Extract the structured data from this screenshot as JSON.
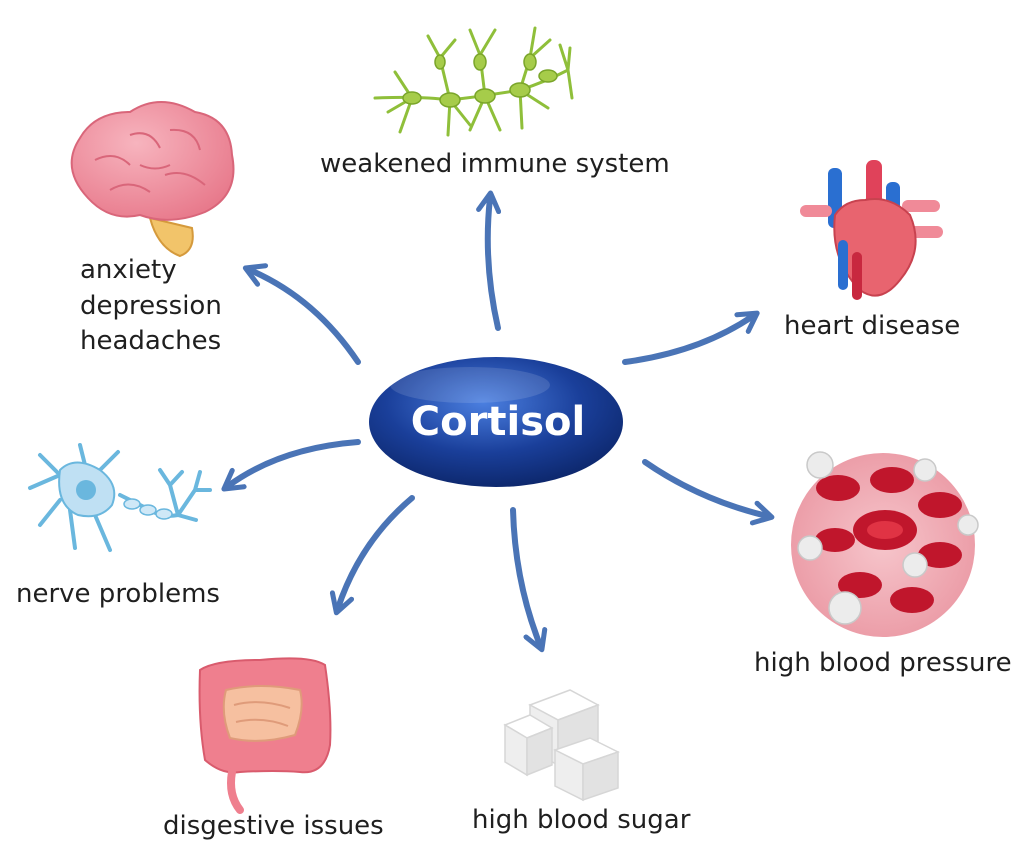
{
  "center": {
    "label": "Cortisol"
  },
  "effects": [
    {
      "id": "immune",
      "label": "weakened immune system",
      "icon": "immune-cells-icon"
    },
    {
      "id": "mental",
      "lines": [
        "anxiety",
        "depression",
        "headaches"
      ],
      "icon": "brain-icon"
    },
    {
      "id": "heart",
      "label": "heart disease",
      "icon": "heart-icon"
    },
    {
      "id": "nerve",
      "label": "nerve problems",
      "icon": "neuron-icon"
    },
    {
      "id": "blood-pressure",
      "label": "high blood pressure",
      "icon": "blood-cells-icon"
    },
    {
      "id": "digestive",
      "label": "disgestive issues",
      "icon": "intestines-icon"
    },
    {
      "id": "sugar",
      "label": "high blood sugar",
      "icon": "sugar-cubes-icon"
    }
  ],
  "colors": {
    "arrow": "#4a74b6",
    "node_dark": "#0e2d7c",
    "node_light": "#3f6fd0",
    "text": "#1f1f1f"
  }
}
